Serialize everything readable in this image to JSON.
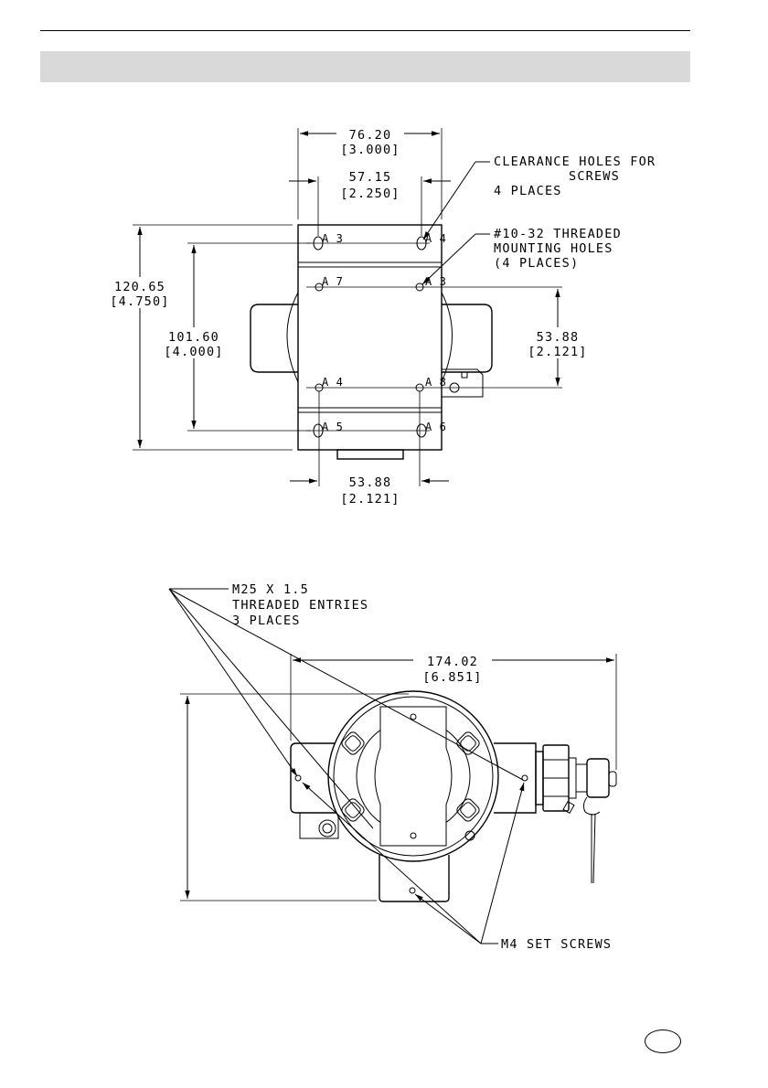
{
  "top_view": {
    "dim_width_outer": "76.20",
    "dim_width_outer_in": "[3.000]",
    "dim_width_holes": "57.15",
    "dim_width_holes_in": "[2.250]",
    "dim_height_outer": "120.65",
    "dim_height_outer_in": "[4.750]",
    "dim_height_holes": "101.60",
    "dim_height_holes_in": "[4.000]",
    "dim_right_offset": "53.88",
    "dim_right_offset_in": "[2.121]",
    "dim_bottom_offset": "53.88",
    "dim_bottom_offset_in": "[2.121]",
    "callout_clearance_1": "CLEARANCE HOLES FOR",
    "callout_clearance_2": "SCREWS",
    "callout_clearance_3": "4 PLACES",
    "callout_threaded_1": "#10-32 THREADED",
    "callout_threaded_2": "MOUNTING HOLES",
    "callout_threaded_3": "(4 PLACES)",
    "hole_labels": [
      "A 3",
      "A 4",
      "A 7",
      "A 3",
      "A 4",
      "A 8",
      "A 5",
      "A 6"
    ]
  },
  "front_view": {
    "callout_entries_1": "M25 X 1.5",
    "callout_entries_2": "THREADED ENTRIES",
    "callout_entries_3": "3 PLACES",
    "dim_width": "174.02",
    "dim_width_in": "[6.851]",
    "callout_set_screws": "M4 SET SCREWS"
  }
}
